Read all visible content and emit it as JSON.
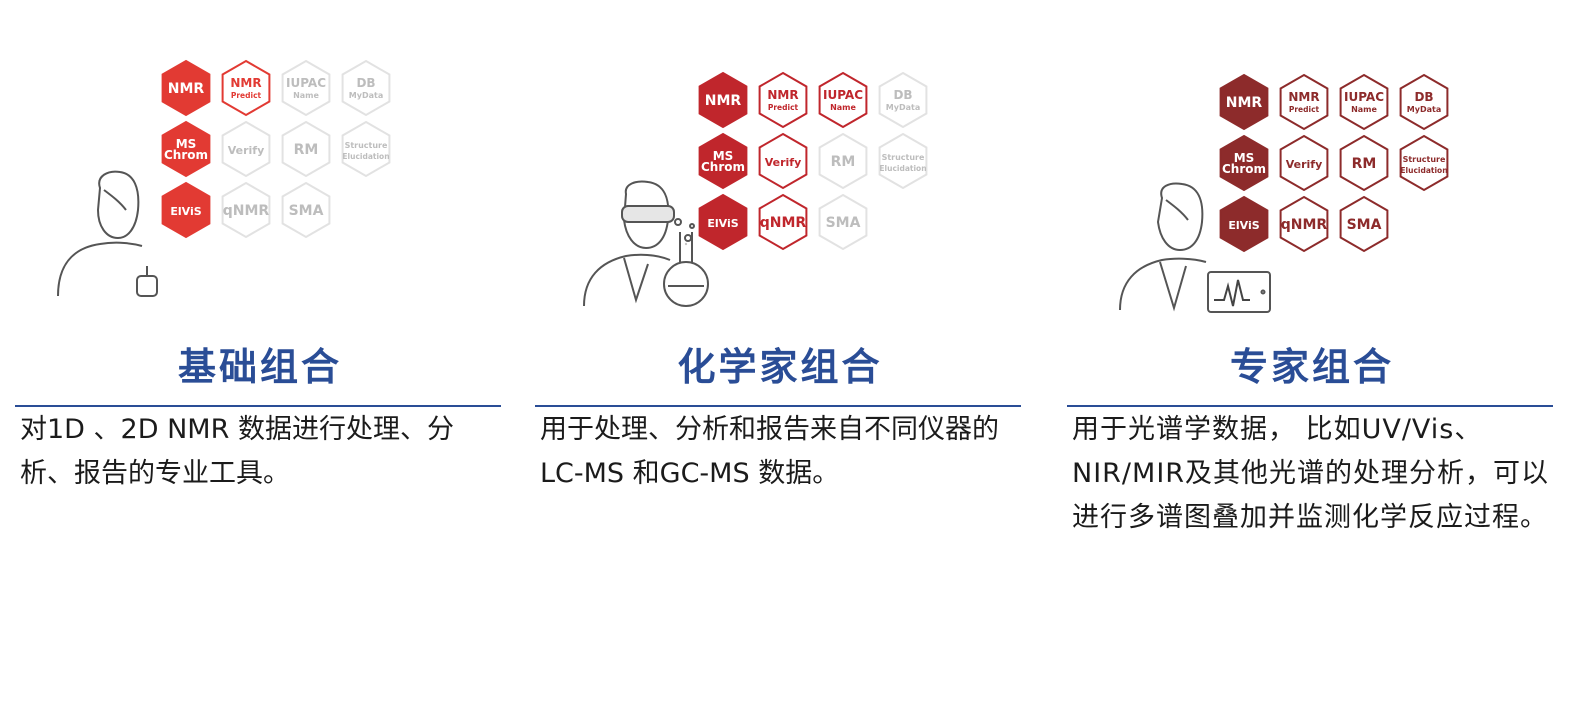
{
  "palette": {
    "basic_active": "#e23a33",
    "chemist_active": "#c0262c",
    "expert_active": "#8d2b2b",
    "inactive": "#cfcfcf",
    "title_blue": "#2a4d96"
  },
  "columns": [
    {
      "key": "basic",
      "title": "基础组合",
      "desc": "对1D 、2D NMR 数据进行处理、分析、报告的专业工具。",
      "icon": "person-with-mouse-icon"
    },
    {
      "key": "chemist",
      "title": "化学家组合",
      "desc": "用于处理、分析和报告来自不同仪器的LC-MS 和GC-MS 数据。",
      "icon": "chemist-with-flask-icon"
    },
    {
      "key": "expert",
      "title": "专家组合",
      "desc": "用于光谱学数据， 比如UV/Vis、NIR/MIR及其他光谱的处理分析，可以进行多谱图叠加并监测化学反应过程。",
      "icon": "expert-with-spectrum-icon"
    }
  ],
  "hexagons": {
    "nmr": {
      "line1": "NMR",
      "line2": ""
    },
    "nmr_predict": {
      "line1": "NMR",
      "line2": "Predict"
    },
    "iupac_name": {
      "line1": "IUPAC",
      "line2": "Name"
    },
    "db": {
      "line1": "DB",
      "line2": "MyData"
    },
    "ms_chrom": {
      "line1": "MS",
      "line2": "Chrom"
    },
    "verify": {
      "line1": "Verify",
      "line2": ""
    },
    "rm": {
      "line1": "RM",
      "line2": ""
    },
    "structure_elucidation": {
      "line1": "Structure",
      "line2": "Elucidation"
    },
    "elvis": {
      "line1": "ElViS",
      "line2": ""
    },
    "qnmr": {
      "line1": "qNMR",
      "line2": ""
    },
    "sma": {
      "line1": "SMA",
      "line2": ""
    }
  },
  "active_modules": {
    "basic": [
      "nmr",
      "nmr_predict",
      "ms_chrom",
      "elvis"
    ],
    "chemist": [
      "nmr",
      "nmr_predict",
      "iupac_name",
      "ms_chrom",
      "verify",
      "elvis",
      "qnmr"
    ],
    "expert": [
      "nmr",
      "nmr_predict",
      "iupac_name",
      "db",
      "ms_chrom",
      "verify",
      "rm",
      "structure_elucidation",
      "elvis",
      "qnmr",
      "sma"
    ]
  },
  "filled_modules": [
    "nmr",
    "ms_chrom",
    "elvis"
  ]
}
